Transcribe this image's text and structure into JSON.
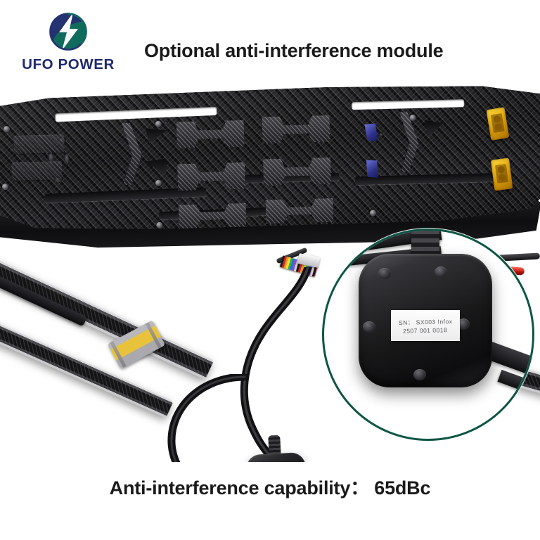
{
  "brand": {
    "name": "UFO POWER",
    "logo_icon": "ufo-power-bolt-circle-logo",
    "logo_colors": {
      "navy": "#243271",
      "teal": "#0f6b5c",
      "text": "#1f2a6e"
    }
  },
  "header": {
    "title": "Optional anti-interference module"
  },
  "photo": {
    "alt_description": "Carbon-fiber drone frame with arms, wiring harness and the black anti-interference module attached by cable",
    "components": {
      "frame": "carbon-fiber-deck-plate",
      "arm": "carbon-fiber-arm-tube",
      "arm_connector": "yellow-grey-arm-power-connector",
      "power_connectors": "xt60-yellow-connectors",
      "signal_connectors": "blue-signal-connectors",
      "ribbon_cable": "rainbow-ribbon-cable",
      "module": "anti-interference-module"
    }
  },
  "callout": {
    "ring_color": "#0d5544",
    "module_label": {
      "line1": "SN： SX003 Infox",
      "line2": "2507 001 0018"
    }
  },
  "caption": {
    "text": "Anti-interference capability： 65dBc",
    "metric_label": "Anti-interference capability",
    "metric_value": "65dBc"
  }
}
